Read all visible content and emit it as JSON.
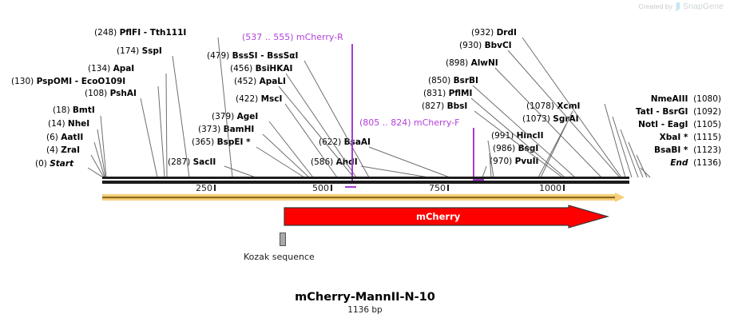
{
  "watermark": {
    "prefix": "Created by",
    "brand": "SnapGene"
  },
  "plasmid": {
    "name": "mCherry-MannII-N-10",
    "length_label": "1136 bp",
    "length_bp": 1136
  },
  "colors": {
    "backbone": "#1c1c1c",
    "primer": "#b23fd9",
    "orf_fill": "#ff0000",
    "orf_outline": "#3a3a3a",
    "orf_line": "#f6cf78",
    "orf_line_core": "#8a6a22",
    "kozak": "#a9a9a9",
    "leader": "#6e6e6e"
  },
  "ruler": {
    "ticks": [
      {
        "label": "250",
        "value": 250
      },
      {
        "label": "500",
        "value": 500
      },
      {
        "label": "750",
        "value": 750
      },
      {
        "label": "1000",
        "value": 1000
      }
    ]
  },
  "features": [
    {
      "name": "mCherry",
      "label": "mCherry",
      "type": "orf-arrow",
      "start": 354,
      "end": 1127,
      "color": "#ff0000"
    },
    {
      "name": "Kozak sequence",
      "label": "Kozak sequence",
      "type": "marker",
      "start": 334,
      "end": 343
    }
  ],
  "primers": [
    {
      "label": "mCherry-R",
      "range_label": "(537 .. 555)",
      "start": 537,
      "end": 555,
      "direction": "reverse"
    },
    {
      "label": "mCherry-F",
      "range_label": "(805 .. 824)",
      "start": 805,
      "end": 824,
      "direction": "forward"
    }
  ],
  "sites_left": [
    {
      "pos": "(248)",
      "name": "PflFI  -  Tth111I",
      "bp": 248
    },
    {
      "pos": "(174)",
      "name": "SspI",
      "bp": 174
    },
    {
      "pos": "(134)",
      "name": "ApaI",
      "bp": 134
    },
    {
      "pos": "(130)",
      "name": "PspOMI  -  EcoO109I",
      "bp": 130
    },
    {
      "pos": "(108)",
      "name": "PshAI",
      "bp": 108
    },
    {
      "pos": "(18)",
      "name": "BmtI",
      "bp": 18
    },
    {
      "pos": "(14)",
      "name": "NheI",
      "bp": 14
    },
    {
      "pos": "(6)",
      "name": "AatII",
      "bp": 6
    },
    {
      "pos": "(4)",
      "name": "ZraI",
      "bp": 4
    },
    {
      "pos": "(0)",
      "name": "Start",
      "bp": 0,
      "italic": true
    }
  ],
  "sites_mid": [
    {
      "pos": "(479)",
      "name": "BssSI  -  BssSαI",
      "bp": 479
    },
    {
      "pos": "(456)",
      "name": "BsiHKAI",
      "bp": 456
    },
    {
      "pos": "(452)",
      "name": "ApaLI",
      "bp": 452
    },
    {
      "pos": "(422)",
      "name": "MscI",
      "bp": 422
    },
    {
      "pos": "(379)",
      "name": "AgeI",
      "bp": 379
    },
    {
      "pos": "(373)",
      "name": "BamHI",
      "bp": 373
    },
    {
      "pos": "(365)",
      "name": "BspEI *",
      "bp": 365
    },
    {
      "pos": "(287)",
      "name": "SacII",
      "bp": 287
    },
    {
      "pos": "(622)",
      "name": "BsaAI",
      "bp": 622
    },
    {
      "pos": "(586)",
      "name": "AhdI",
      "bp": 586
    }
  ],
  "sites_right": [
    {
      "pos": "(932)",
      "name": "DrdI",
      "bp": 932
    },
    {
      "pos": "(930)",
      "name": "BbvCI",
      "bp": 930
    },
    {
      "pos": "(898)",
      "name": "AlwNI",
      "bp": 898
    },
    {
      "pos": "(850)",
      "name": "BsrBI",
      "bp": 850
    },
    {
      "pos": "(831)",
      "name": "PflMI",
      "bp": 831
    },
    {
      "pos": "(827)",
      "name": "BbsI",
      "bp": 827
    },
    {
      "pos": "(1078)",
      "name": "XcmI",
      "bp": 1078
    },
    {
      "pos": "(1073)",
      "name": "SgrAI",
      "bp": 1073
    },
    {
      "pos": "(991)",
      "name": "HincII",
      "bp": 991
    },
    {
      "pos": "(986)",
      "name": "BsgI",
      "bp": 986
    },
    {
      "pos": "(970)",
      "name": "PvuII",
      "bp": 970
    }
  ],
  "sites_far_right": [
    {
      "name": "NmeAIII",
      "pos": "(1080)",
      "bp": 1080
    },
    {
      "name": "TatI  -  BsrGI",
      "pos": "(1092)",
      "bp": 1092
    },
    {
      "name": "NotI  -  EagI",
      "pos": "(1105)",
      "bp": 1105
    },
    {
      "name": "XbaI *",
      "pos": "(1115)",
      "bp": 1115
    },
    {
      "name": "BsaBI *",
      "pos": "(1123)",
      "bp": 1123
    },
    {
      "name": "End",
      "pos": "(1136)",
      "bp": 1136,
      "italic": true
    }
  ]
}
